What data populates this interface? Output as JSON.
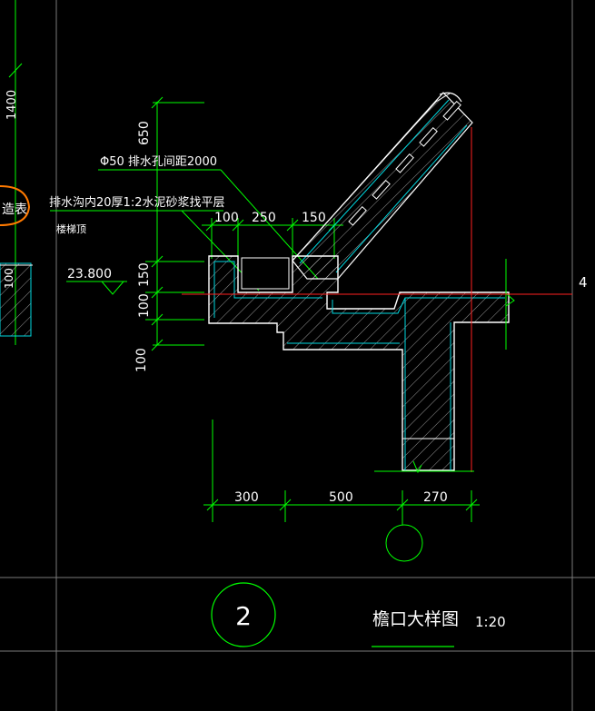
{
  "colors": {
    "background": "#000000",
    "dimension": "#00ff00",
    "cyan": "#00d8e0",
    "red": "#ff2020",
    "white": "#ffffff",
    "frame": "#7a7a7a",
    "orange": "#ff7a00"
  },
  "left_strip": {
    "dim_1400": "1400",
    "dim_100": "100",
    "label_fragment": "造表"
  },
  "dims_left": {
    "d650": "650",
    "d150": "150",
    "d100": "100",
    "d100b": "100"
  },
  "dims_top": {
    "d100": "100",
    "d250": "250",
    "d150": "150"
  },
  "dims_bottom": {
    "d300": "300",
    "d500": "500",
    "d270": "270"
  },
  "notes": {
    "drain_hole": "Φ50 排水孔间距2000",
    "gutter": "排水沟内20厚1:2水泥砂浆找平层",
    "roof": "楼梯顶"
  },
  "elevation": "23.800",
  "right_axis": "4",
  "title": {
    "number": "2",
    "name": "檐口大样图",
    "scale": "1:20"
  }
}
